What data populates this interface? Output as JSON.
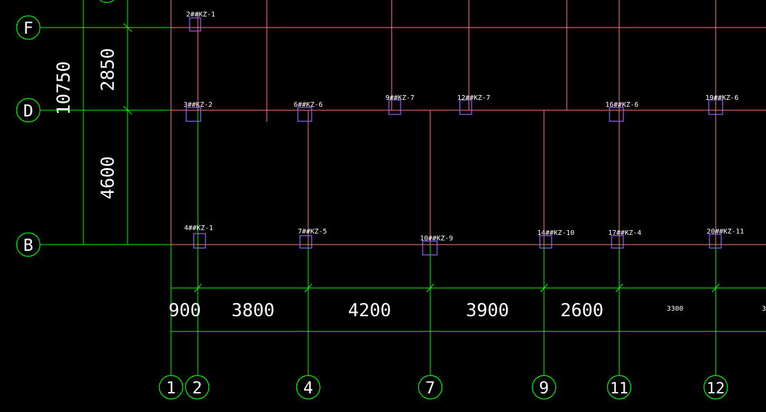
{
  "colors": {
    "background": "#000000",
    "grid_line": "#00ff00",
    "beam_line": "#ff8080",
    "column_box": "#9966ff",
    "label_text": "#ffffff"
  },
  "axes_horizontal": [
    {
      "id": "F",
      "label": "F"
    },
    {
      "id": "D",
      "label": "D"
    },
    {
      "id": "B",
      "label": "B"
    }
  ],
  "axes_vertical": [
    {
      "id": "1",
      "label": "1"
    },
    {
      "id": "2",
      "label": "2"
    },
    {
      "id": "4",
      "label": "4"
    },
    {
      "id": "7",
      "label": "7"
    },
    {
      "id": "9",
      "label": "9"
    },
    {
      "id": "11",
      "label": "11"
    },
    {
      "id": "12",
      "label": "12"
    }
  ],
  "dimensions_vertical": {
    "total": "10750",
    "segments": [
      "2850",
      "4600"
    ]
  },
  "dimensions_horizontal": [
    "900",
    "3800",
    "4200",
    "3900",
    "2600",
    "3300",
    "3"
  ],
  "column_labels": [
    "2##KZ-1",
    "3##KZ-2",
    "6##KZ-6",
    "9##KZ-7",
    "12##KZ-7",
    "16##KZ-6",
    "19##KZ-6",
    "4##KZ-1",
    "7##KZ-5",
    "10##KZ-9",
    "14##KZ-10",
    "17##KZ-4",
    "20##KZ-11"
  ]
}
